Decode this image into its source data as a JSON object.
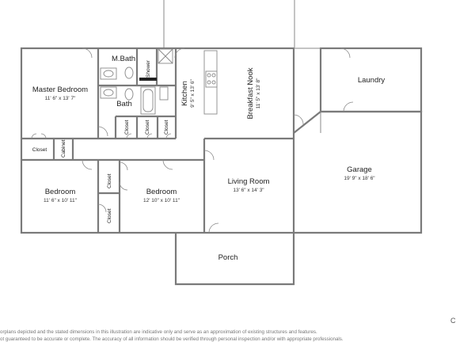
{
  "rooms": {
    "master_bedroom": {
      "name": "Master Bedroom",
      "dims": "11' 6\" x 13' 7\""
    },
    "m_bath": {
      "name": "M.Bath"
    },
    "shower": {
      "name": "Shower"
    },
    "bath": {
      "name": "Bath"
    },
    "kitchen": {
      "name": "Kitchen",
      "dims": "9' 5\" x 13' 6\""
    },
    "breakfast_nook": {
      "name": "Breakfast Nook",
      "dims": "11' 5\" x 13' 8\""
    },
    "laundry": {
      "name": "Laundry"
    },
    "garage": {
      "name": "Garage",
      "dims": "19' 9\" x 18' 6\""
    },
    "living_room": {
      "name": "Living Room",
      "dims": "13' 6\" x 14' 3\""
    },
    "bedroom_1": {
      "name": "Bedroom",
      "dims": "11' 6\" x 10' 11\""
    },
    "bedroom_2": {
      "name": "Bedroom",
      "dims": "12' 10\" x 10' 11\""
    },
    "porch": {
      "name": "Porch"
    }
  },
  "closets": {
    "hall_a": "Closet",
    "hall_b": "Closet",
    "hall_c": "Closet",
    "master": "Closet",
    "cabinet": "Cabinet",
    "bedroom_upper": "Closet",
    "bedroom_lower": "Closet"
  },
  "disclaimer": {
    "line1": "orplans depicted and the stated dimensions in this illustration are indicative only and serve as an approximation of existing structures and features.",
    "line2": "ot guaranteed to be accurate or complete. The accuracy of all information should be verified through personal inspection and/or with appropriate professionals."
  },
  "corner_mark": "C"
}
